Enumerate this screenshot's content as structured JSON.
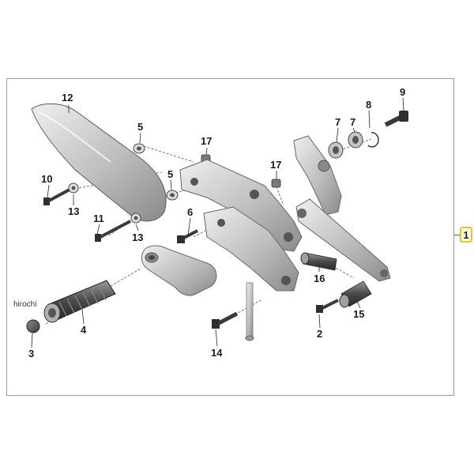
{
  "diagram": {
    "callouts": {
      "c12": "12",
      "c5a": "5",
      "c17a": "17",
      "c5b": "5",
      "c17b": "17",
      "c7a": "7",
      "c7b": "7",
      "c8": "8",
      "c9": "9",
      "c10": "10",
      "c13a": "13",
      "c11": "11",
      "c13b": "13",
      "c6": "6",
      "c16": "16",
      "c4": "4",
      "c3": "3",
      "c14": "14",
      "c2": "2",
      "c15": "15"
    },
    "reference_number": "1",
    "watermark": "hirochi",
    "colors": {
      "part_light": "#d8d8d8",
      "part_mid": "#a9a9a9",
      "part_dark": "#5c5c5c",
      "bolt": "#2f2f2f",
      "highlight": "#f0c419"
    }
  }
}
